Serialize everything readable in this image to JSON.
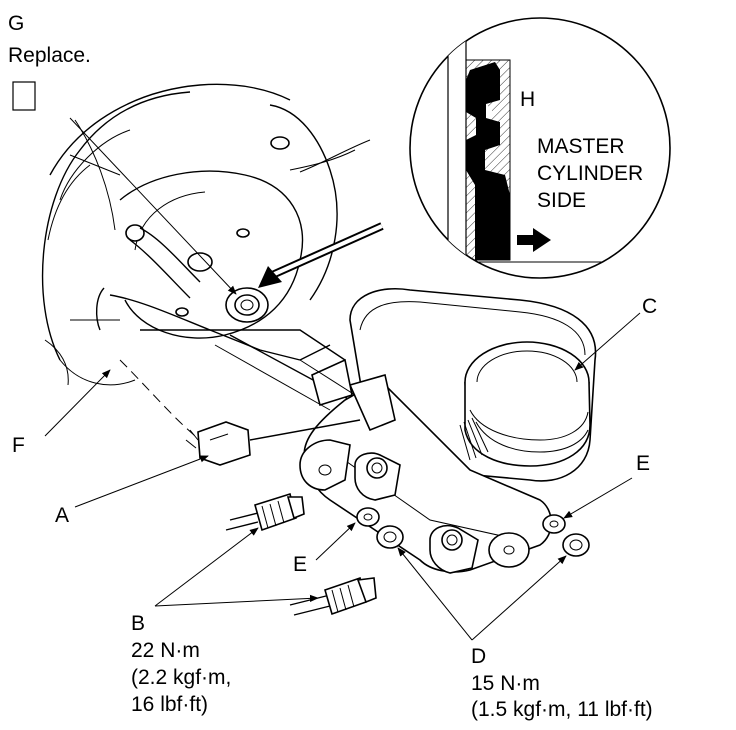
{
  "callouts": {
    "G": {
      "letter": "G",
      "note": "Replace."
    },
    "H": {
      "letter": "H"
    },
    "detail": {
      "line1": "MASTER",
      "line2": "CYLINDER",
      "line3": "SIDE"
    },
    "C": {
      "letter": "C"
    },
    "F": {
      "letter": "F"
    },
    "A": {
      "letter": "A"
    },
    "E_left": {
      "letter": "E"
    },
    "E_right": {
      "letter": "E"
    },
    "B": {
      "letter": "B",
      "torque_line1": "22 N·m",
      "torque_line2": "(2.2 kgf·m,",
      "torque_line3": "16 lbf·ft)"
    },
    "D": {
      "letter": "D",
      "torque_line1": "15 N·m",
      "torque_line2": "(1.5 kgf·m, 11 lbf·ft)"
    }
  }
}
